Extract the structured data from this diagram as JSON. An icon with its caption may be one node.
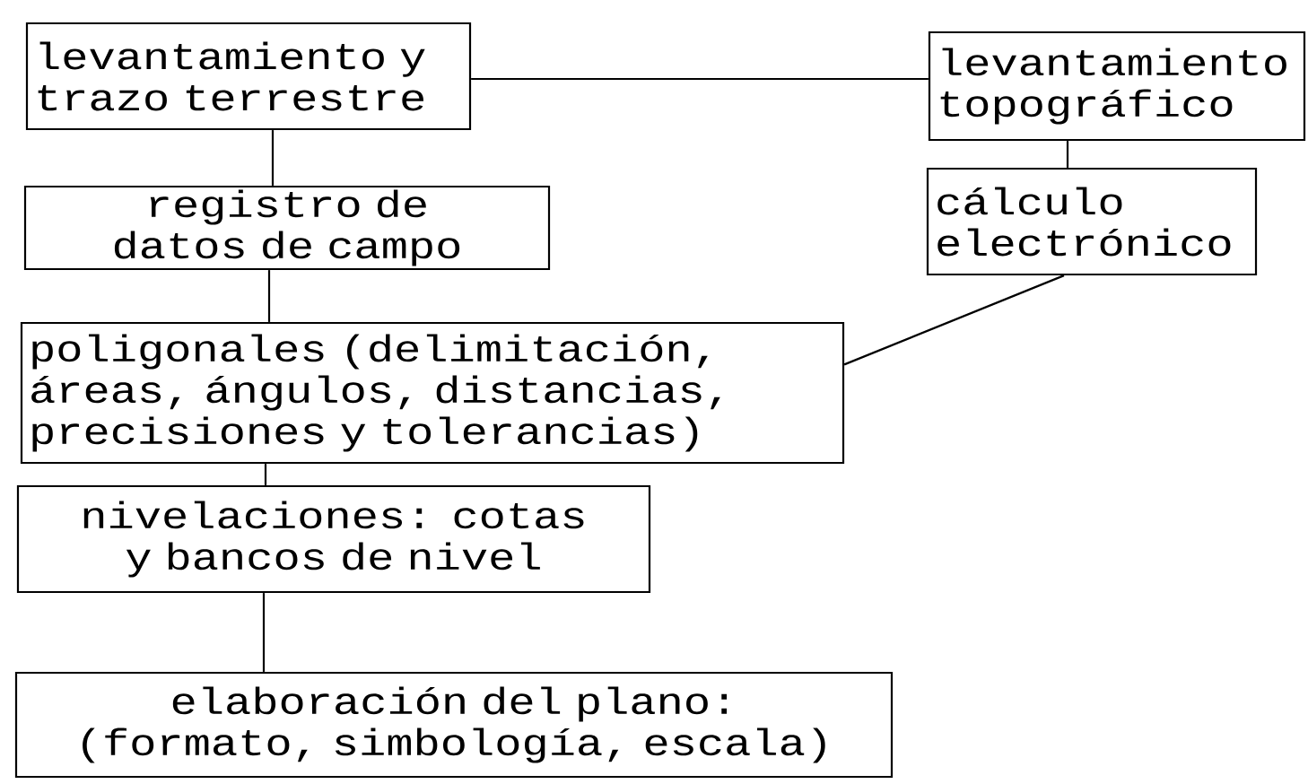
{
  "diagram": {
    "nodes": [
      {
        "text": [
          "levantamiento y trazo terrestre"
        ]
      },
      {
        "text": [
          "levantamiento topográfico"
        ]
      },
      {
        "text": [
          "registro de datos de campo"
        ]
      },
      {
        "text": [
          "cálculo electrónico"
        ]
      },
      {
        "text": [
          "poligonales (delimitación, áreas, ángulos, distancias, precisiones y tolerancias)"
        ]
      },
      {
        "text": [
          "nivelaciones: cotas y bancos de nivel"
        ]
      },
      {
        "text": [
          "elaboración del plano: (formato, simbología, escala)"
        ]
      }
    ],
    "edges": [
      {
        "from": 0,
        "to": 1,
        "arrow": "none"
      },
      {
        "from": 0,
        "to": 2,
        "arrow": "none"
      },
      {
        "from": 1,
        "to": 3,
        "arrow": "none"
      },
      {
        "from": 2,
        "to": 4,
        "arrow": "none"
      },
      {
        "from": 3,
        "to": 4,
        "arrow": "none"
      },
      {
        "from": 4,
        "to": 5,
        "arrow": "none"
      },
      {
        "from": 5,
        "to": 6,
        "arrow": "none"
      }
    ]
  }
}
